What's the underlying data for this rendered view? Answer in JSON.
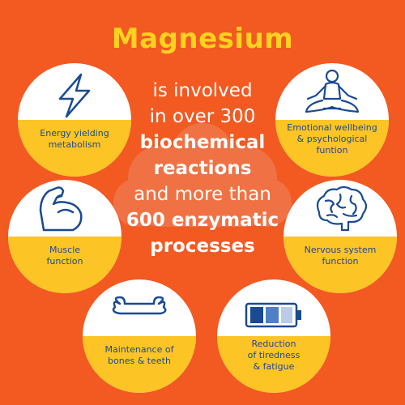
{
  "title": "Magnesium",
  "center": {
    "lines": [
      {
        "text": "is involved",
        "bold": false
      },
      {
        "text": "in over 300",
        "bold": false
      },
      {
        "text": "biochemical",
        "bold": true
      },
      {
        "text": "reactions",
        "bold": true
      },
      {
        "text": "and more than",
        "bold": false
      },
      {
        "text": "600 enzymatic",
        "bold": true
      },
      {
        "text": "processes",
        "bold": true
      }
    ]
  },
  "colors": {
    "background": "#f25a22",
    "title": "#ffd21f",
    "band": "#fcc424",
    "icon": "#1a4a93",
    "label": "#1a4a93"
  },
  "benefits": [
    {
      "label_lines": [
        "Energy yielding",
        "metabolism"
      ],
      "icon": "lightning-bolt-icon"
    },
    {
      "label_lines": [
        "Emotional wellbeing",
        "& psychological",
        "funtion"
      ],
      "icon": "meditation-figure-icon"
    },
    {
      "label_lines": [
        "Muscle",
        "function"
      ],
      "icon": "flexed-arm-icon"
    },
    {
      "label_lines": [
        "Nervous system",
        "function"
      ],
      "icon": "brain-icon"
    },
    {
      "label_lines": [
        "Maintenance of",
        "bones & teeth"
      ],
      "icon": "bone-icon"
    },
    {
      "label_lines": [
        "Reduction",
        "of tiredness",
        "& fatigue"
      ],
      "icon": "battery-icon"
    }
  ]
}
